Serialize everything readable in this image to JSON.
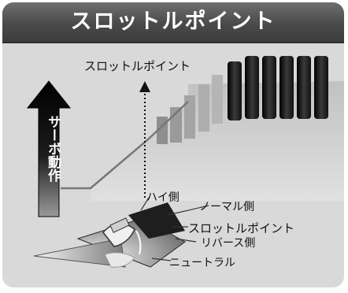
{
  "title": "スロットルポイント",
  "top_label": "スロットルポイント",
  "axis_label": "サーボ動作",
  "labels": {
    "high": "ハイ側",
    "normal": "ノーマル側",
    "throttle_point": "スロットルポイント",
    "reverse": "リバース側",
    "neutral": "ニュートラル"
  },
  "colors": {
    "background": "#d9d9d9",
    "header": "#4a4a4a",
    "arrow": "#1a1a1a",
    "step_gray": "#a8a8a8",
    "bar_dark": "#222222"
  }
}
